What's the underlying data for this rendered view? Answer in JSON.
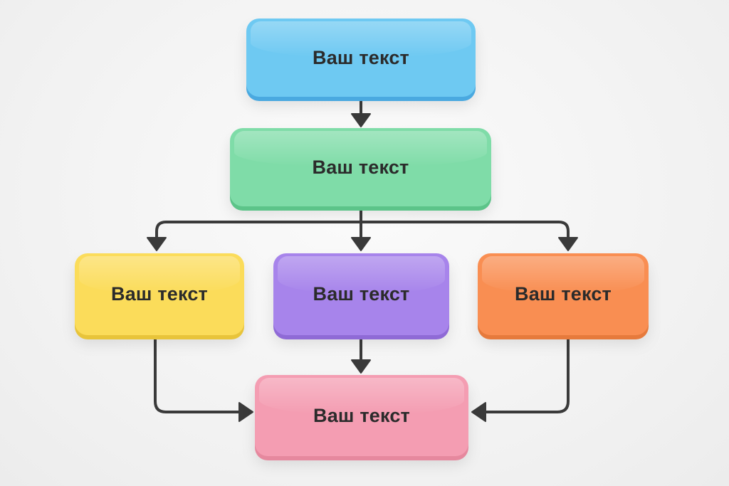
{
  "diagram": {
    "type": "flowchart",
    "nodes": [
      {
        "id": "n1",
        "label": "Ваш текст",
        "color": "#6ec9f2"
      },
      {
        "id": "n2",
        "label": "Ваш текст",
        "color": "#7fdca8"
      },
      {
        "id": "n3",
        "label": "Ваш текст",
        "color": "#fbdc5a"
      },
      {
        "id": "n4",
        "label": "Ваш текст",
        "color": "#a784eb"
      },
      {
        "id": "n5",
        "label": "Ваш текст",
        "color": "#f98e52"
      },
      {
        "id": "n6",
        "label": "Ваш текст",
        "color": "#f49db2"
      }
    ],
    "edges": [
      {
        "from": "n1",
        "to": "n2"
      },
      {
        "from": "n2",
        "to": "n3"
      },
      {
        "from": "n2",
        "to": "n4"
      },
      {
        "from": "n2",
        "to": "n5"
      },
      {
        "from": "n3",
        "to": "n6"
      },
      {
        "from": "n4",
        "to": "n6"
      },
      {
        "from": "n5",
        "to": "n6"
      }
    ],
    "connector_color": "#3a3a3a"
  }
}
